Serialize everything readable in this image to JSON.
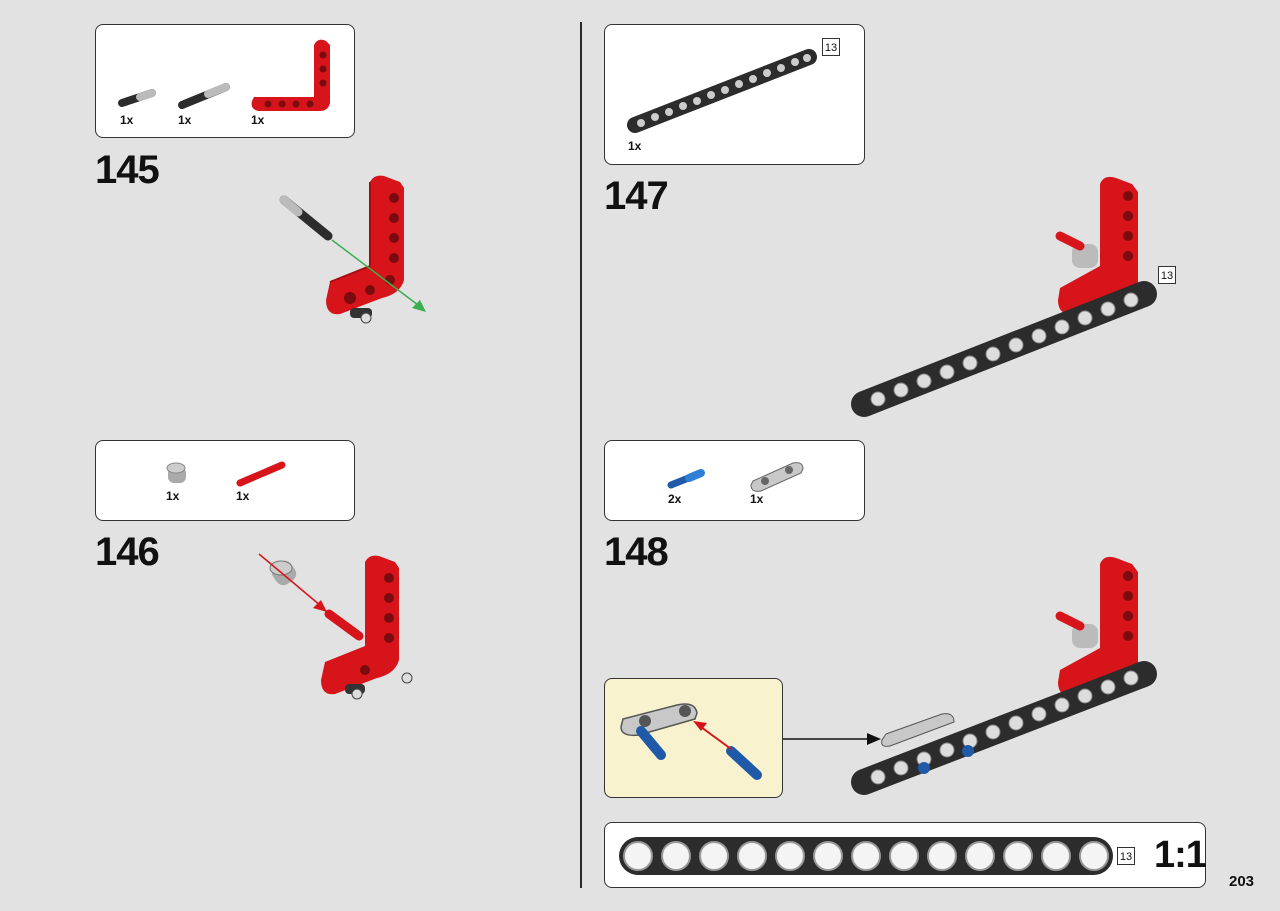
{
  "page_number": "203",
  "scale_label": "1:1",
  "steps": [
    {
      "number": "145",
      "parts": [
        {
          "qty": "1x"
        },
        {
          "qty": "1x"
        },
        {
          "qty": "1x"
        }
      ]
    },
    {
      "number": "146",
      "parts": [
        {
          "qty": "1x"
        },
        {
          "qty": "1x"
        }
      ]
    },
    {
      "number": "147",
      "parts": [
        {
          "qty": "1x",
          "length": "13"
        }
      ],
      "assembly_length": "13"
    },
    {
      "number": "148",
      "parts": [
        {
          "qty": "2x"
        },
        {
          "qty": "1x"
        }
      ]
    }
  ],
  "ruler": {
    "length": "13",
    "holes": 13
  },
  "colors": {
    "red": "#d7141a",
    "dark_gray": "#2c2c2c",
    "blue": "#1e5aa8",
    "light_gray": "#a8a8a8",
    "callout_bg": "#f9f2cf",
    "arrow_green": "#3cae4f",
    "arrow_red": "#d7141a"
  }
}
